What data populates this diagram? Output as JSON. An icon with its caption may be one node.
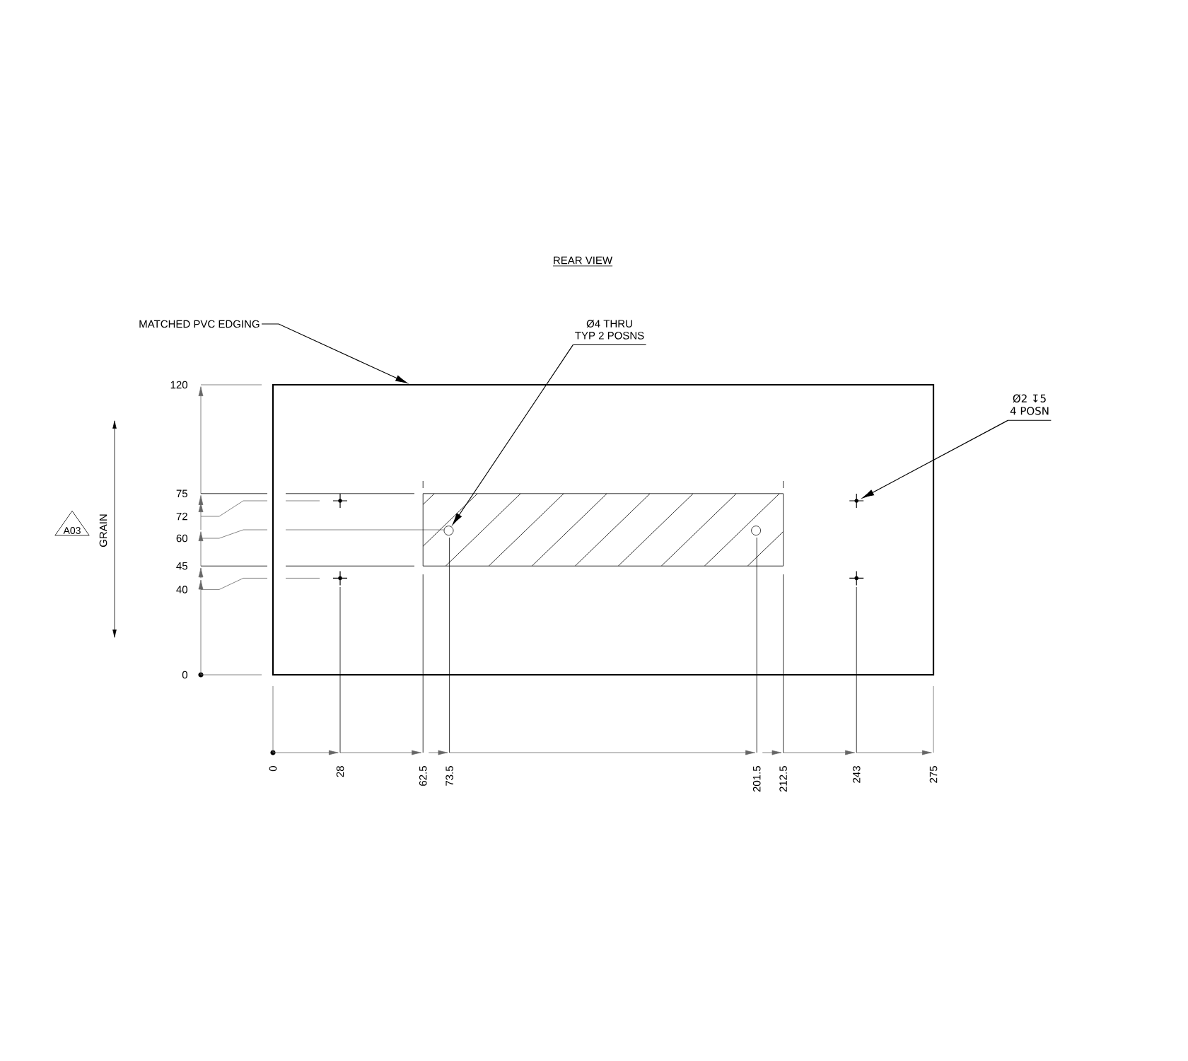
{
  "diagram": {
    "title": "REAR VIEW",
    "nodes": [
      {
        "text": [
          "MATCHED PVC EDGING"
        ]
      },
      {
        "text": [],
        "shape": "box"
      },
      {
        "text": [
          "Ø4 THRU",
          "TYP 2 POSNS"
        ]
      },
      {
        "text": [],
        "shape": "circle",
        "in": 1
      },
      {
        "text": [],
        "shape": "circle",
        "in": 1
      },
      {
        "text": [
          "Ø2 ↧5",
          "4 POSN"
        ]
      },
      {
        "text": [],
        "shape": "cross",
        "in": 1
      },
      {
        "text": [],
        "shape": "cross",
        "in": 1
      },
      {
        "text": [],
        "shape": "cross",
        "in": 1
      },
      {
        "text": [],
        "shape": "cross",
        "in": 1
      },
      {
        "text": [
          "A03"
        ]
      }
    ],
    "edges": [
      {
        "from": 0,
        "to": 1,
        "arrow": "to"
      },
      {
        "from": 2,
        "to": 3,
        "arrow": "to"
      },
      {
        "from": 5,
        "to": 8,
        "arrow": "to"
      }
    ],
    "labels": [
      "GRAIN",
      "120",
      "75",
      "72",
      "60",
      "45",
      "40",
      "0",
      "0",
      "28",
      "62.5",
      "73.5",
      "201.5",
      "212.5",
      "243",
      "275"
    ]
  }
}
